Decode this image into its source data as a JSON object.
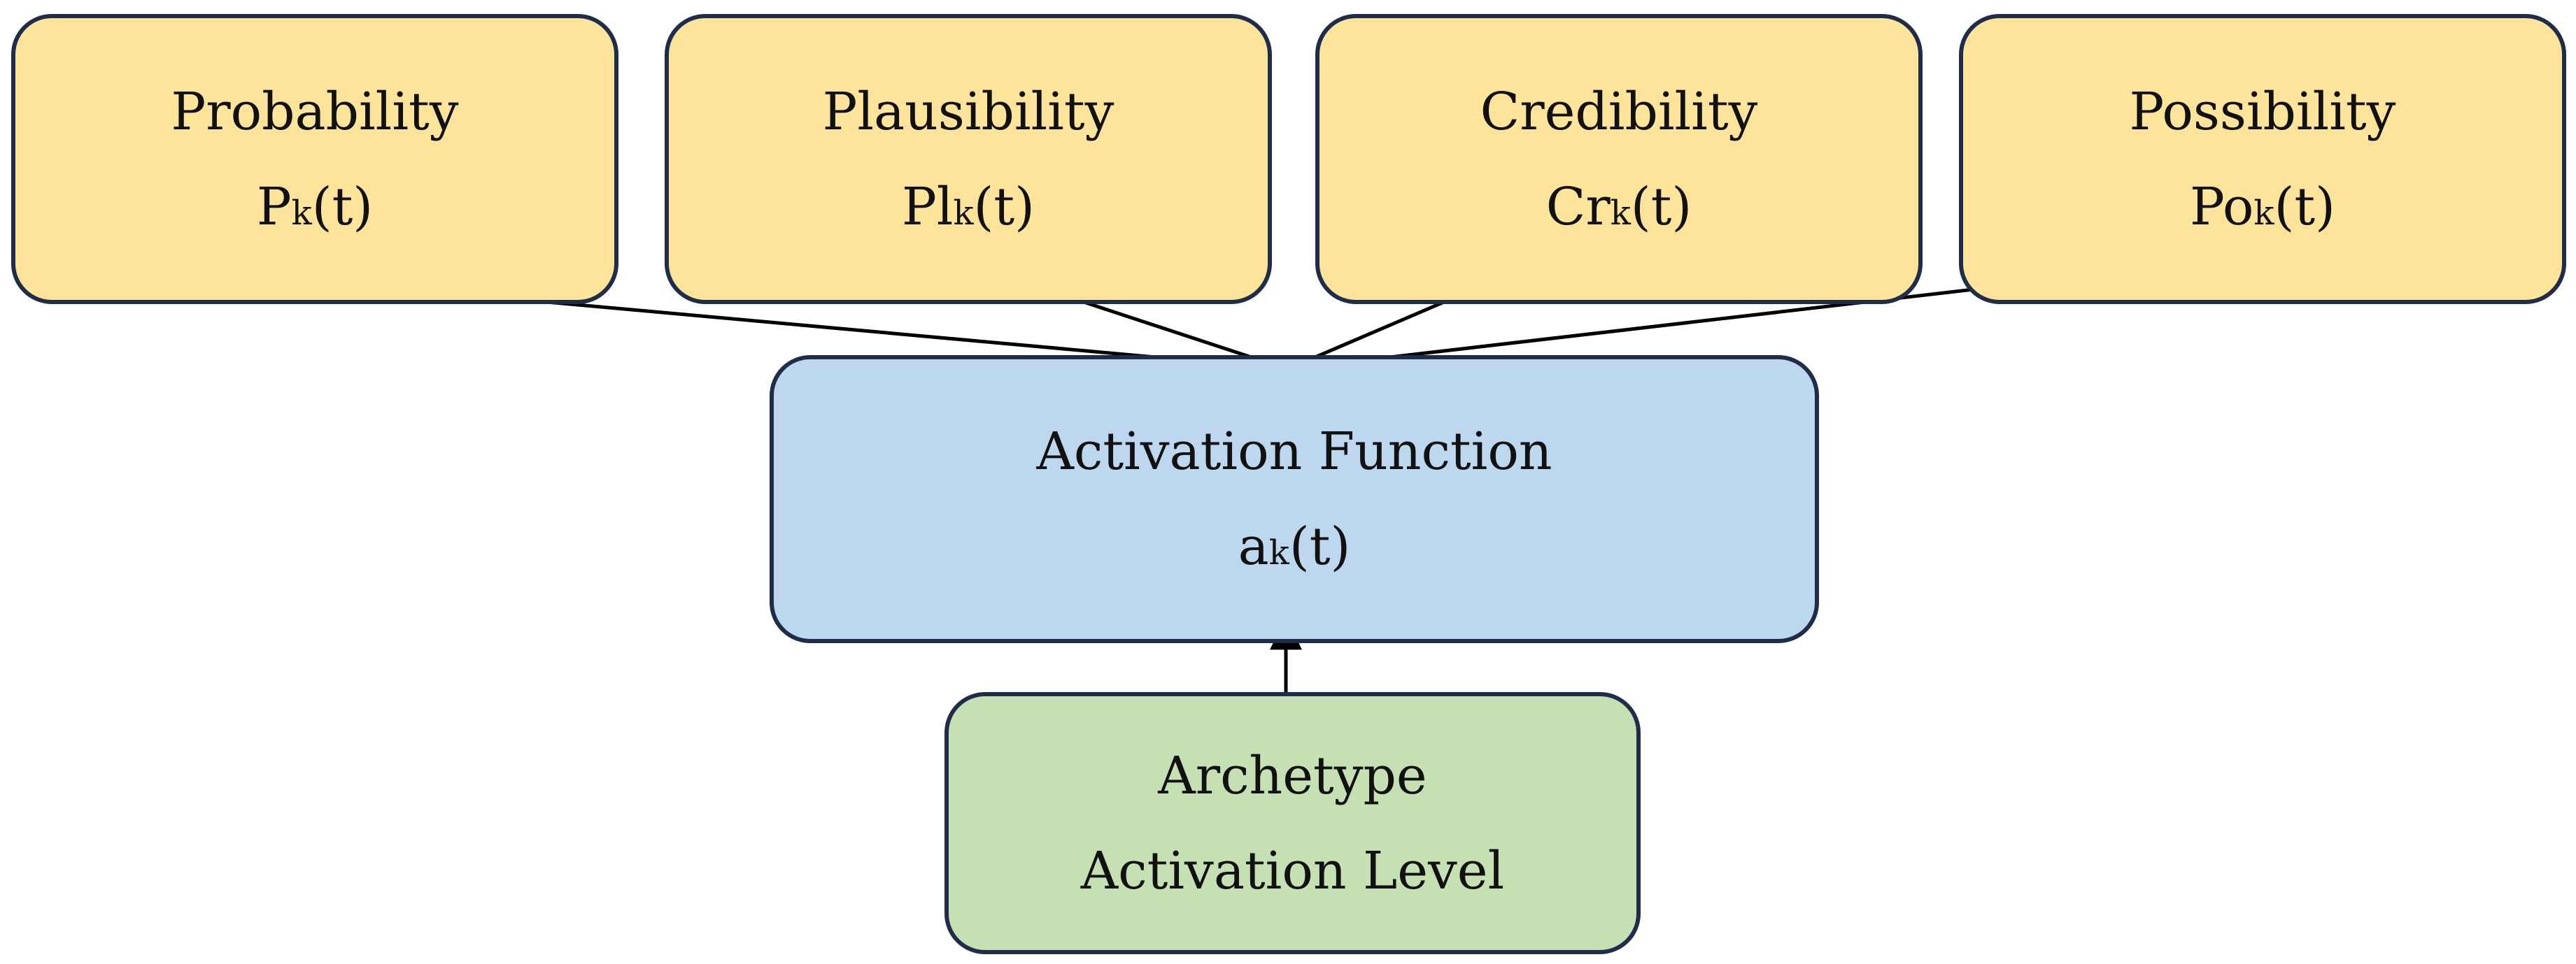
{
  "colors": {
    "outcome_fill": "#fde49a",
    "activation_fill": "#bcd7ee",
    "archetype_fill": "#c5e0b3",
    "border": "#1f2d4a",
    "arrow": "#000000"
  },
  "outcomes": [
    {
      "title": "Probability",
      "symbol": "P",
      "subscript": "k",
      "arg": "(t)"
    },
    {
      "title": "Plausibility",
      "symbol": "Pl",
      "subscript": "k",
      "arg": "(t)"
    },
    {
      "title": "Credibility",
      "symbol": "Cr",
      "subscript": "k",
      "arg": "(t)"
    },
    {
      "title": "Possibility",
      "symbol": "Po",
      "subscript": "k",
      "arg": "(t)"
    }
  ],
  "activation": {
    "title": "Activation Function",
    "symbol": "a",
    "subscript": "k",
    "arg": "(t)"
  },
  "archetype": {
    "line1": "Archetype",
    "line2": "Activation Level"
  }
}
